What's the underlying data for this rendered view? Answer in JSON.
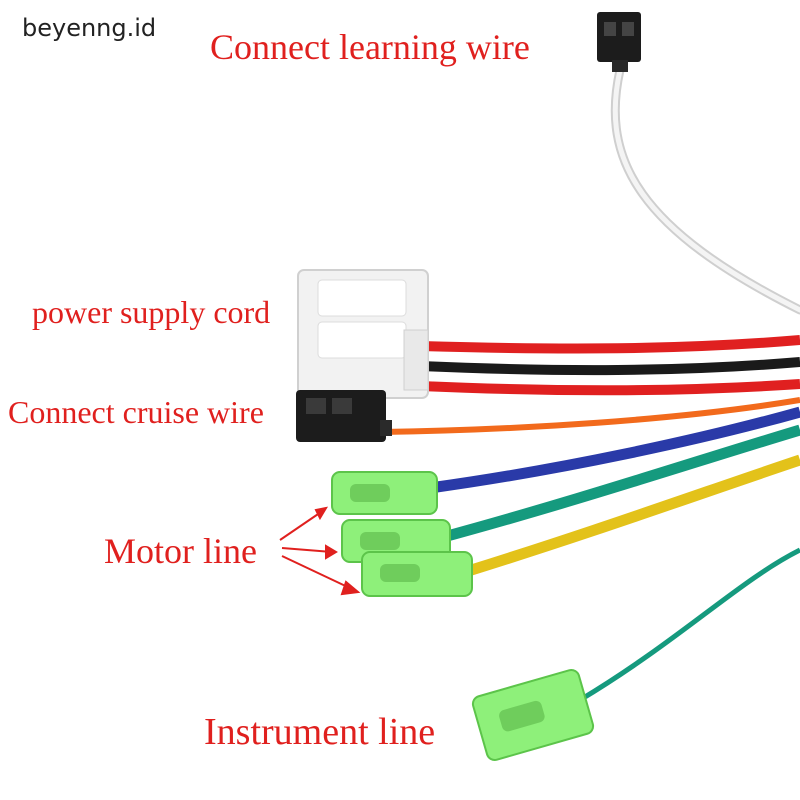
{
  "watermark": "beyenng.id",
  "labels": {
    "learning": "Connect learning wire",
    "power": "power supply cord",
    "cruise": "Connect cruise wire",
    "motor": "Motor line",
    "instrument": "Instrument line"
  },
  "colors": {
    "label": "#e0201e",
    "wire_white": "#e4e4e4",
    "wire_red": "#e02020",
    "wire_black": "#1a1a1a",
    "wire_orange": "#f26a1c",
    "wire_blue": "#2a3aa8",
    "wire_green": "#159a7e",
    "wire_yellow": "#e3c21a",
    "terminal_green": "#8ef07a",
    "connector_white": "#f2f2f2",
    "connector_black": "#1c1c1c"
  }
}
